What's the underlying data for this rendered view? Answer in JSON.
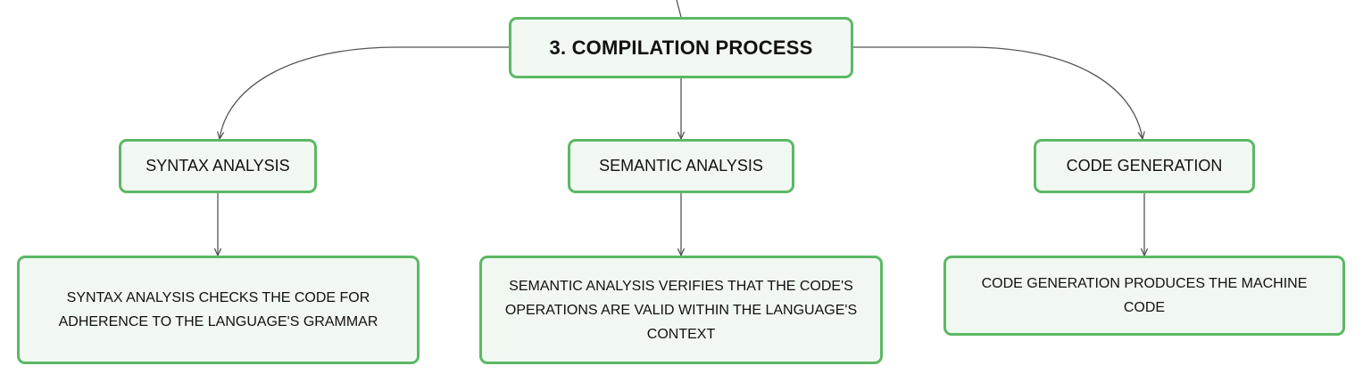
{
  "root": {
    "title": "3. COMPILATION PROCESS"
  },
  "branches": [
    {
      "title": "SYNTAX ANALYSIS",
      "detail": "SYNTAX ANALYSIS CHECKS THE CODE FOR ADHERENCE TO THE LANGUAGE'S GRAMMAR"
    },
    {
      "title": "SEMANTIC ANALYSIS",
      "detail": "SEMANTIC ANALYSIS VERIFIES THAT THE CODE'S OPERATIONS ARE VALID WITHIN THE LANGUAGE'S CONTEXT"
    },
    {
      "title": "CODE GENERATION",
      "detail": "CODE GENERATION PRODUCES THE MACHINE CODE"
    }
  ],
  "colors": {
    "node_border": "#5cb865",
    "node_fill": "#f1f8f2",
    "connector": "#555555",
    "text": "#111111"
  }
}
